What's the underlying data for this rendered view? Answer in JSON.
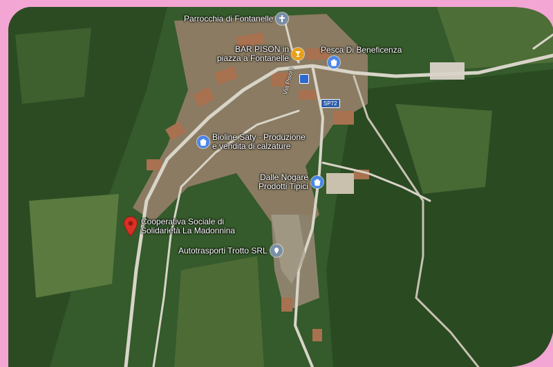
{
  "map": {
    "pois": [
      {
        "id": "parrocchia",
        "label": "Parrocchia di Fontanelle",
        "icon": "church-cross-icon",
        "color": "#7a8fa6"
      },
      {
        "id": "bar-pison",
        "label_lines": [
          "BAR PISON in",
          "piazza a Fontanelle"
        ],
        "icon": "cocktail-glass-icon",
        "color": "#e8a019"
      },
      {
        "id": "pesca",
        "label": "Pesca Di Beneficenza",
        "icon": "shopping-bag-icon",
        "color": "#4a86e8"
      },
      {
        "id": "bioline",
        "label_lines": [
          "Bioline Saty - Produzione",
          "e vendita di calzature"
        ],
        "icon": "shopping-bag-icon",
        "color": "#4a86e8"
      },
      {
        "id": "dalle-nogare",
        "label_lines": [
          "Dalle Nogare",
          "Prodotti Tipici"
        ],
        "icon": "shopping-bag-icon",
        "color": "#4a86e8"
      },
      {
        "id": "cooperativa",
        "label_lines": [
          "Cooperativa Sociale di",
          "Solidarietà La Madonnina"
        ],
        "icon": "red-location-pin-icon",
        "color": "#d93025"
      },
      {
        "id": "autotrasporti",
        "label": "Autotrasporti Trotto SRL",
        "icon": "location-dot-icon",
        "color": "#7a8fa6"
      }
    ],
    "road_labels": {
      "via_pisoni": "Via Pisoni",
      "sp72": "SP72"
    },
    "colors": {
      "border": "#f3a6d3",
      "forest": "#2f4f27",
      "clearing": "#5f7d45",
      "road": "#d8d4c8",
      "roof": "#b07a5a"
    }
  }
}
